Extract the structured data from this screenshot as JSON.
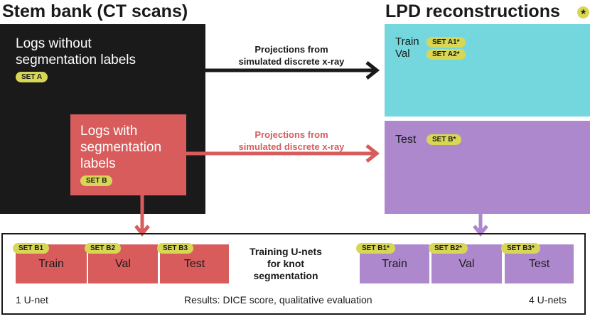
{
  "left": {
    "heading": "Stem bank (CT scans)",
    "box_a": {
      "text_line1": "Logs without",
      "text_line2": "segmentation labels",
      "badge": "SET A",
      "color": "#1a1a1a"
    },
    "box_b": {
      "text_line1": "Logs with",
      "text_line2": "segmentation",
      "text_line3": "labels",
      "badge": "SET B",
      "color": "#d85c5c"
    }
  },
  "right": {
    "heading": "LPD reconstructions",
    "heading_icon": "asterisk-icon",
    "box_top": {
      "train_label": "Train",
      "val_label": "Val",
      "train_badge": "SET A1*",
      "val_badge": "SET A2*",
      "color": "#75d7de"
    },
    "box_bottom": {
      "test_label": "Test",
      "test_badge": "SET B*",
      "color": "#ad88cd"
    }
  },
  "arrows": {
    "top_label_line1": "Projections from",
    "top_label_line2": "simulated discrete x-ray",
    "bottom_label_line1": "Projections from",
    "bottom_label_line2": "simulated discrete x-ray",
    "top_color": "#1a1a1a",
    "bottom_color": "#d85c5c",
    "down_left_color": "#d85c5c",
    "down_right_color": "#ad88cd"
  },
  "bottom": {
    "center_line1": "Training U-nets",
    "center_line2": "for knot",
    "center_line3": "segmentation",
    "left_sets": [
      {
        "badge": "SET B1",
        "label": "Train"
      },
      {
        "badge": "SET B2",
        "label": "Val"
      },
      {
        "badge": "SET B3",
        "label": "Test"
      }
    ],
    "right_sets": [
      {
        "badge": "SET B1*",
        "label": "Train"
      },
      {
        "badge": "SET B2*",
        "label": "Val"
      },
      {
        "badge": "SET B3*",
        "label": "Test"
      }
    ],
    "footer_left": "1 U-net",
    "footer_center": "Results: DICE score, qualitative evaluation",
    "footer_right": "4 U-nets"
  }
}
